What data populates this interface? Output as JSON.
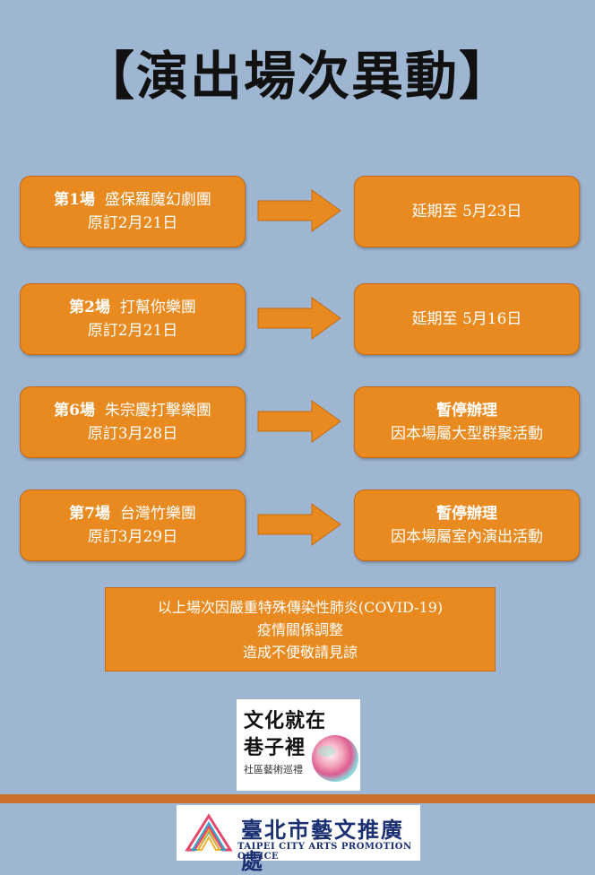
{
  "title": "【演出場次異動】",
  "rows": [
    {
      "session": "第1場",
      "group": "盛保羅魔幻劇團",
      "original": "原訂2月21日",
      "status": "延期至 5月23日",
      "reason": ""
    },
    {
      "session": "第2場",
      "group": "打幫你樂團",
      "original": "原訂2月21日",
      "status": "延期至 5月16日",
      "reason": ""
    },
    {
      "session": "第6場",
      "group": "朱宗慶打擊樂團",
      "original": "原訂3月28日",
      "status": "暫停辦理",
      "reason": "因本場屬大型群聚活動"
    },
    {
      "session": "第7場",
      "group": "台灣竹樂團",
      "original": "原訂3月29日",
      "status": "暫停辦理",
      "reason": "因本場屬室內演出活動"
    }
  ],
  "note": {
    "line1": "以上場次因嚴重特殊傳染性肺炎(COVID-19)",
    "line2": "疫情關係調整",
    "line3": "造成不便敬請見諒"
  },
  "logo": {
    "line1": "文化就在",
    "line2": "巷子裡",
    "sub": "社區藝術巡禮"
  },
  "footer": {
    "name": "臺北市藝文推廣處",
    "english": "TAIPEI CITY ARTS PROMOTION OFFICE"
  },
  "colors": {
    "background": "#9fb6d3",
    "box": "#e88a1f",
    "footer_text": "#1a2f72"
  }
}
